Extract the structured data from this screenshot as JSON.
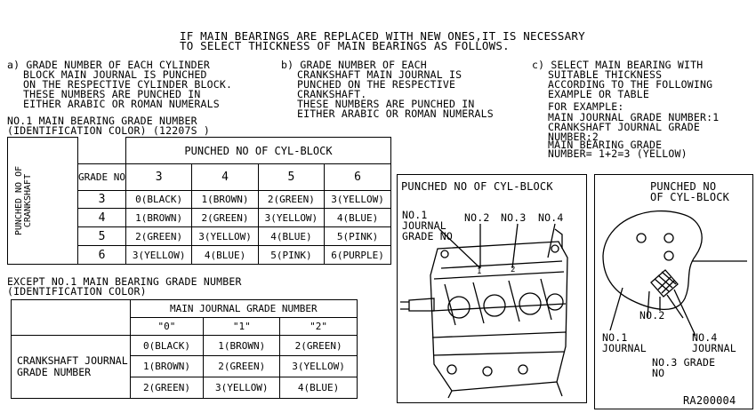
{
  "header": {
    "line1": "IF MAIN BEARINGS ARE REPLACED WITH NEW ONES,IT IS NECESSARY",
    "line2": "TO SELECT THICKNESS OF MAIN BEARINGS AS FOLLOWS."
  },
  "steps": {
    "a": [
      "a) GRADE NUMBER OF EACH CYLINDER",
      "BLOCK MAIN JOURNAL IS PUNCHED",
      "ON THE RESPECTIVE CYLINDER BLOCK.",
      "THESE NUMBERS ARE PUNCHED IN",
      "EITHER ARABIC OR ROMAN NUMERALS"
    ],
    "b": [
      "b) GRADE NUMBER OF EACH",
      "CRANKSHAFT MAIN JOURNAL IS",
      "PUNCHED ON THE RESPECTIVE",
      "CRANKSHAFT.",
      "THESE NUMBERS ARE PUNCHED IN",
      "EITHER ARABIC OR ROMAN NUMERALS"
    ],
    "c": [
      "c) SELECT MAIN BEARING WITH",
      "SUITABLE THICKNESS",
      "ACCORDING TO THE FOLLOWING",
      "EXAMPLE OR TABLE"
    ],
    "example": [
      "FOR EXAMPLE:",
      "MAIN JOURNAL GRADE NUMBER:1",
      "CRANKSHAFT JOURNAL GRADE",
      "NUMBER:2",
      "MAIN BEARING GRADE",
      "NUMBER= 1+2=3 (YELLOW)"
    ]
  },
  "table1": {
    "title1": "NO.1 MAIN BEARING GRADE NUMBER",
    "title2": "(IDENTIFICATION COLOR) (12207S )",
    "row_axis_label": "PUNCHED NO OF CRANKSHAFT",
    "col_axis_label": "PUNCHED NO OF CYL-BLOCK",
    "grade_label": "GRADE NO",
    "columns": [
      "3",
      "4",
      "5",
      "6"
    ],
    "rows": [
      {
        "grade": "3",
        "cells": [
          "0(BLACK)",
          "1(BROWN)",
          "2(GREEN)",
          "3(YELLOW)"
        ]
      },
      {
        "grade": "4",
        "cells": [
          "1(BROWN)",
          "2(GREEN)",
          "3(YELLOW)",
          "4(BLUE)"
        ]
      },
      {
        "grade": "5",
        "cells": [
          "2(GREEN)",
          "3(YELLOW)",
          "4(BLUE)",
          "5(PINK)"
        ]
      },
      {
        "grade": "6",
        "cells": [
          "3(YELLOW)",
          "4(BLUE)",
          "5(PINK)",
          "6(PURPLE)"
        ]
      }
    ]
  },
  "table2": {
    "title1": "EXCEPT NO.1 MAIN BEARING GRADE NUMBER",
    "title2": "(IDENTIFICATION COLOR)",
    "col_axis_label": "MAIN JOURNAL GRADE NUMBER",
    "columns": [
      "\"0\"",
      "\"1\"",
      "\"2\""
    ],
    "row_label": "CRANKSHAFT JOURNAL GRADE NUMBER",
    "rows": [
      [
        "0(BLACK)",
        "1(BROWN)",
        "2(GREEN)"
      ],
      [
        "1(BROWN)",
        "2(GREEN)",
        "3(YELLOW)"
      ],
      [
        "2(GREEN)",
        "3(YELLOW)",
        "4(BLUE)"
      ]
    ]
  },
  "figure_engine": {
    "title": "PUNCHED NO OF CYL-BLOCK",
    "label_no1": "NO.1 JOURNAL GRADE NO",
    "label_no2": "NO.2",
    "label_no3": "NO.3",
    "label_no4": "NO.4"
  },
  "figure_crank": {
    "title": "PUNCHED NO OF CYL-BLOCK",
    "label_no2": "NO.2",
    "label_no1": "NO.1 JOURNAL",
    "label_no4": "NO.4 JOURNAL",
    "label_no3": "NO.3 GRADE NO"
  },
  "figure_code": "RA200004"
}
